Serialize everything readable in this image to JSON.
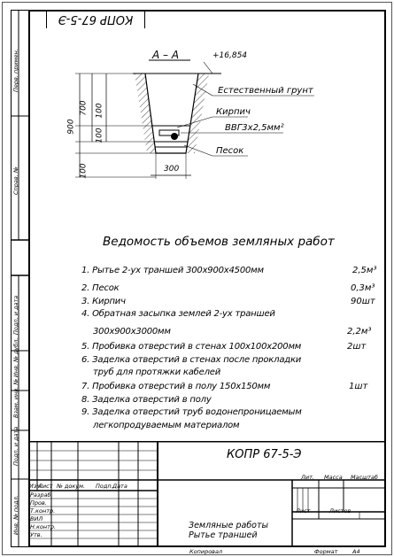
{
  "stamp_top": "КОПР 67-5-Э",
  "side_labels": [
    "Перв. примен.",
    "Справ. №",
    "Подп. и дата",
    "Инв. № дубл.",
    "Взам. инв. №",
    "Подп. и дата",
    "Инв. № подл."
  ],
  "drawing": {
    "section": "А – А",
    "elevation": "+16,854",
    "layers": {
      "soil": "Естественный грунт",
      "brick": "Кирпич",
      "cable": "ВВГ3х2,5мм²",
      "sand": "Песок"
    },
    "dims": {
      "d900": "900",
      "d700": "700",
      "d100a": "100",
      "d100b": "100",
      "d100c": "100",
      "w300": "300"
    }
  },
  "title": "Ведомость объемов земляных работ",
  "items": [
    {
      "text": "1. Рытье 2-ух траншей 300х900х4500мм",
      "qty": "2,5м³"
    },
    {
      "text": "2. Песок",
      "qty": "0,3м³"
    },
    {
      "text": "3. Кирпич",
      "qty": "90шт"
    },
    {
      "text": "4. Обратная засыпка землей 2-ух траншей",
      "qty": ""
    },
    {
      "text": "300х900х3000мм",
      "qty": "2,2м³"
    },
    {
      "text": "5. Пробивка отверстий в стенах 100х100х200мм",
      "qty": "2шт"
    },
    {
      "text": "6. Заделка отверстий в стенах после прокладки",
      "qty": ""
    },
    {
      "text": "труб для протяжки кабелей",
      "qty": ""
    },
    {
      "text": "7. Пробивка отверстий в полу 150х150мм",
      "qty": "1шт"
    },
    {
      "text": "8. Заделка отверстий в полу",
      "qty": ""
    },
    {
      "text": "9. Заделка отверстий труб водонепроницаемым",
      "qty": ""
    },
    {
      "text": "легкопродуваемым материалом",
      "qty": ""
    }
  ],
  "titleblock": {
    "code": "КОПР 67-5-Э",
    "cols": [
      "Изм.",
      "Лист",
      "№ докум.",
      "Подп.",
      "Дата"
    ],
    "roles": [
      "Разраб.",
      "Пров.",
      "Т.контр.",
      "ВИЛ",
      "Н.контр.",
      "Утв."
    ],
    "lit": "Лит.",
    "mass": "Масса",
    "scale": "Масштаб",
    "sheet": "Лист",
    "sheets": "Листов",
    "name1": "Земляные работы",
    "name2": "Рытье траншей",
    "copied": "Копировал",
    "format": "Формат",
    "format_val": "А4"
  }
}
